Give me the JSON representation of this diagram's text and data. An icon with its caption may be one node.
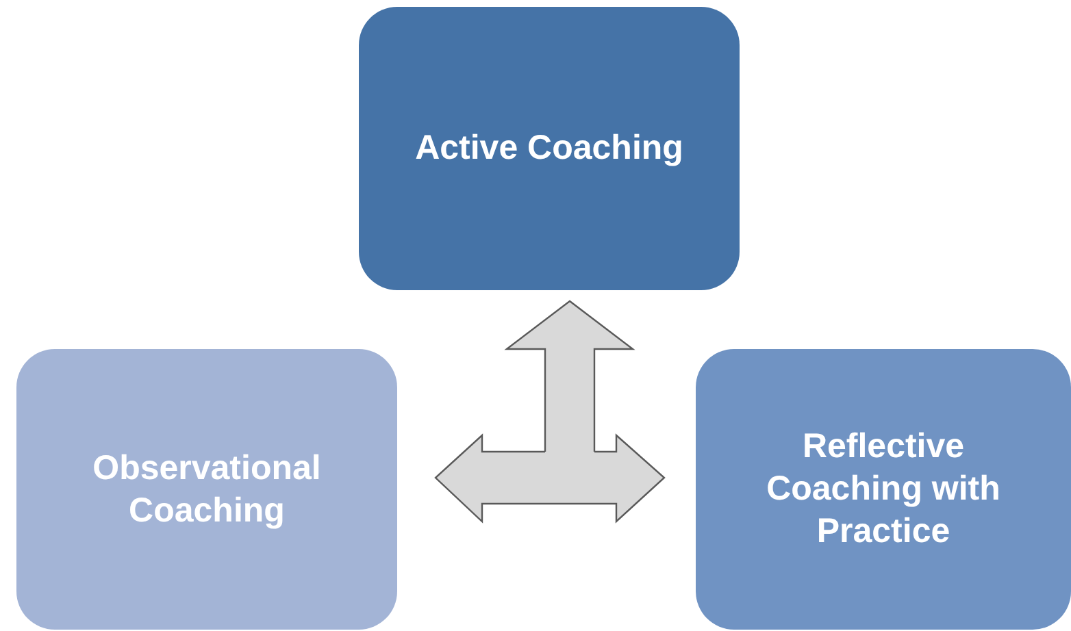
{
  "diagram": {
    "nodes": [
      {
        "text": [
          "Active Coaching"
        ]
      },
      {
        "text": [
          "Observational Coaching"
        ]
      },
      {
        "text": [
          "Reflective Coaching with Practice"
        ]
      }
    ],
    "edges": [
      {
        "from": 1,
        "to": 2,
        "arrow": "both"
      },
      {
        "from": null,
        "to": 0,
        "arrow": "to"
      }
    ]
  }
}
